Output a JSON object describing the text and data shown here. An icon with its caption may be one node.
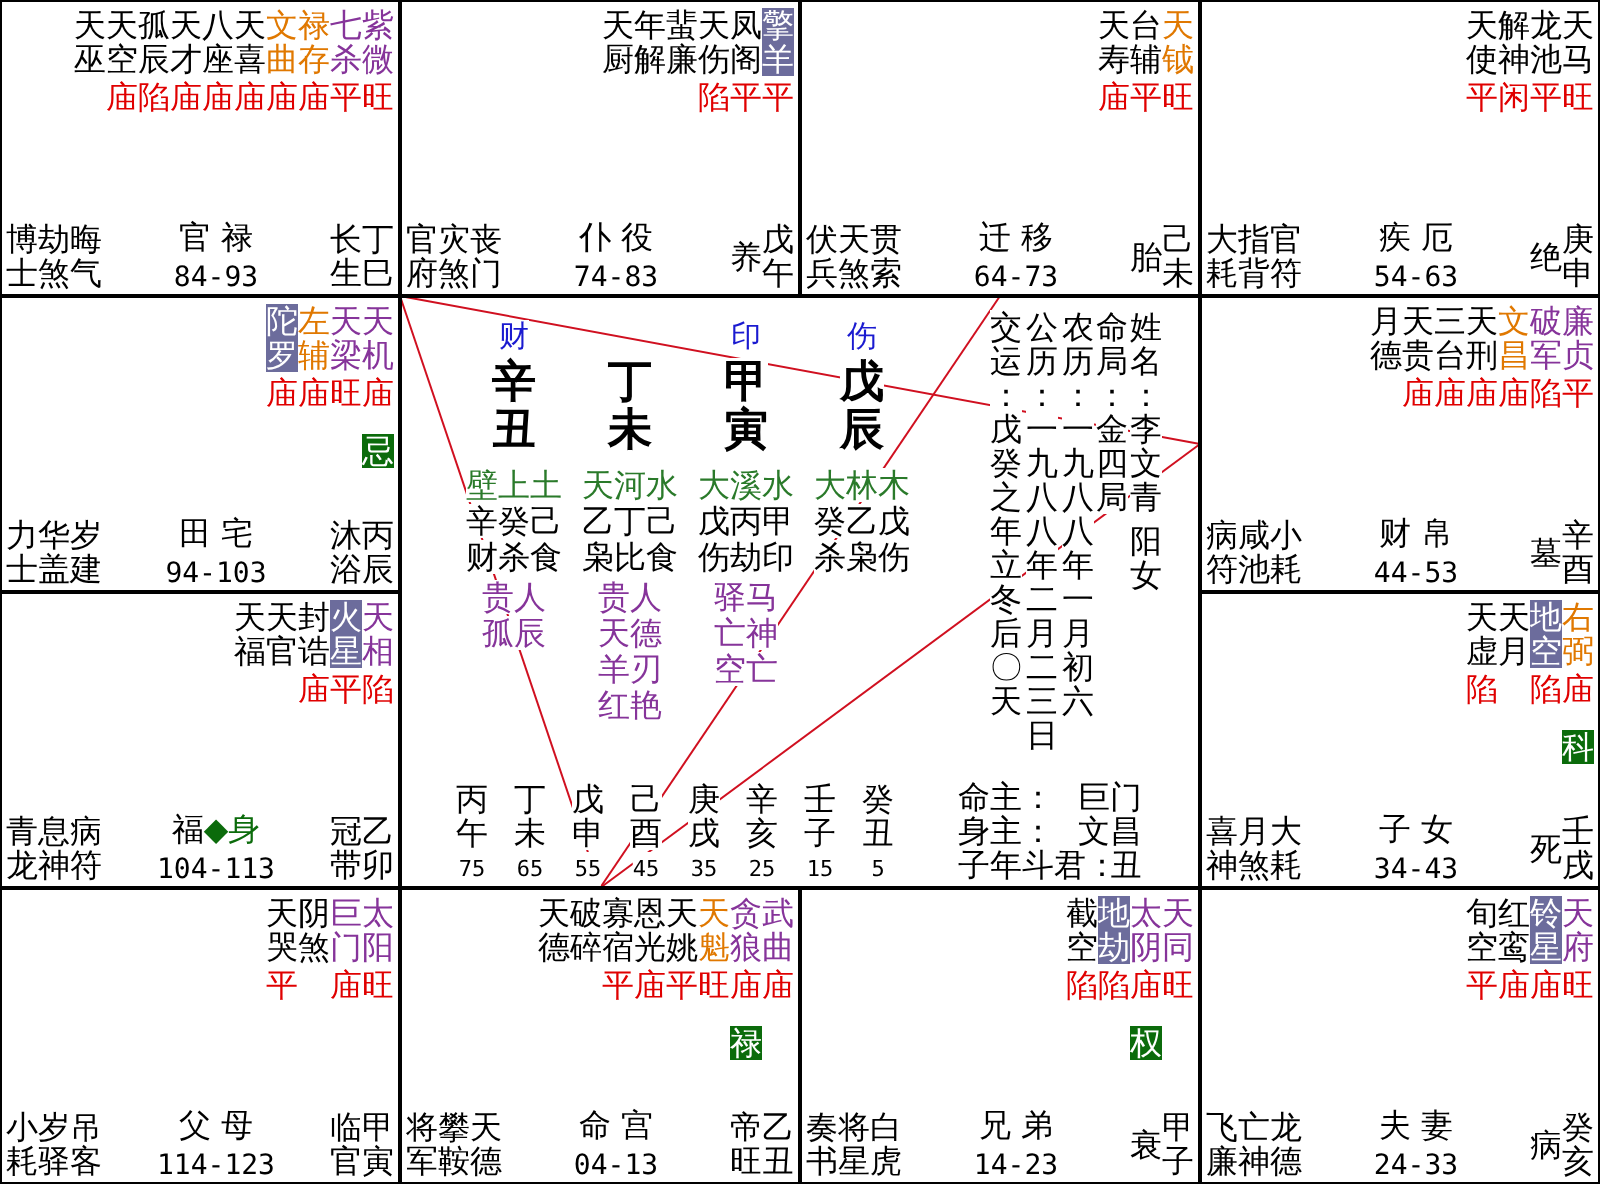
{
  "diagram": {
    "nodes": [
      {
        "text": [
          "天巫",
          "天空",
          "孤辰",
          "天才",
          "八座",
          "天喜",
          "文曲",
          "禄存",
          "七杀",
          "紫微",
          "庙陷庙庙庙庙庙平旺",
          "博士",
          "劫煞",
          "晦气",
          "官 禄",
          "84-93",
          "长生",
          "丁巳"
        ]
      },
      {
        "text": [
          "天厨",
          "年解",
          "蜚廉",
          "天伤",
          "凤阁",
          "擎羊",
          "陷平平",
          "官府",
          "灾煞",
          "丧门",
          "仆 役",
          "74-83",
          "养",
          "戊午"
        ]
      },
      {
        "text": [
          "天寿",
          "台辅",
          "天钺",
          "庙平旺",
          "伏兵",
          "天煞",
          "贯索",
          "迁 移",
          "64-73",
          "胎",
          "己未"
        ]
      },
      {
        "text": [
          "天使",
          "解神",
          "龙池",
          "天马",
          "平闲平旺",
          "大耗",
          "指背",
          "官符",
          "疾 厄",
          "54-63",
          "绝",
          "庚申"
        ]
      },
      {
        "text": [
          "陀罗",
          "左辅",
          "天梁",
          "天机",
          "庙庙旺庙",
          "忌",
          "力士",
          "华盖",
          "岁建",
          "田 宅",
          "94-103",
          "沐浴",
          "丙辰"
        ]
      },
      {
        "text": [
          "月德",
          "天贵",
          "三台",
          "天刑",
          "文昌",
          "破军",
          "廉贞",
          "庙庙庙庙陷平",
          "病符",
          "咸池",
          "小耗",
          "财 帛",
          "44-53",
          "墓",
          "辛酉"
        ]
      },
      {
        "text": [
          "天福",
          "天官",
          "封诰",
          "火星",
          "天相",
          "庙平陷",
          "青龙",
          "息神",
          "病符",
          "福",
          "◆身",
          "104-113",
          "冠带",
          "乙卯"
        ]
      },
      {
        "text": [
          "天虚",
          "天月",
          "地空",
          "右弼",
          "陷　陷庙",
          "科",
          "喜神",
          "月煞",
          "大耗",
          "子 女",
          "34-43",
          "死",
          "壬戌"
        ]
      },
      {
        "text": [
          "天哭",
          "阴煞",
          "巨门",
          "太阳",
          "平　庙旺",
          "小耗",
          "岁驿",
          "吊客",
          "父 母",
          "114-123",
          "临官",
          "甲寅"
        ]
      },
      {
        "text": [
          "天德",
          "破碎",
          "寡宿",
          "恩光",
          "天姚",
          "天魁",
          "贪狼",
          "武曲",
          "平庙平旺庙庙",
          "禄",
          "将军",
          "攀鞍",
          "天德",
          "命 宫",
          "04-13",
          "帝旺",
          "乙丑"
        ]
      },
      {
        "text": [
          "截空",
          "地劫",
          "太阴",
          "天同",
          "陷陷庙旺",
          "权",
          "奏书",
          "将星",
          "白虎",
          "兄 弟",
          "14-23",
          "衰",
          "甲子"
        ]
      },
      {
        "text": [
          "旬空",
          "红鸾",
          "铃星",
          "天府",
          "平庙庙旺",
          "飞廉",
          "亡神",
          "龙德",
          "夫 妻",
          "24-33",
          "病",
          "癸亥"
        ]
      }
    ],
    "edges": [
      {
        "from": 9,
        "to": 0,
        "arrow": "none"
      },
      {
        "from": 9,
        "to": 5,
        "arrow": "none"
      },
      {
        "from": 0,
        "to": 5,
        "arrow": "none"
      },
      {
        "from": 9,
        "to": 2,
        "arrow": "none"
      }
    ],
    "labels": [
      "财",
      "印",
      "伤",
      "辛",
      "丁",
      "甲",
      "戊",
      "丑",
      "未",
      "寅",
      "辰",
      "壁上土",
      "天河水",
      "大溪水",
      "大林木",
      "辛癸己",
      "乙丁己",
      "戊丙甲",
      "癸乙戊",
      "财杀食",
      "枭比食",
      "伤劫印",
      "杀枭伤",
      "贵人",
      "孤辰",
      "贵人",
      "天德",
      "羊刃",
      "红艳",
      "驿马",
      "亡神",
      "空亡",
      "交运：戊癸之年立冬后〇天",
      "公历：一九八八年二月二三日",
      "农历：一九八八年一月初六",
      "命局：金四局",
      "姓名：李文青",
      "阳女",
      "丙午",
      "75",
      "丁未",
      "65",
      "戊申",
      "55",
      "己酉",
      "45",
      "庚戌",
      "35",
      "辛亥",
      "25",
      "壬子",
      "15",
      "癸丑",
      "5",
      "命主：",
      "巨门",
      "身主：",
      "文昌",
      "子年斗君：",
      "丑"
    ]
  }
}
